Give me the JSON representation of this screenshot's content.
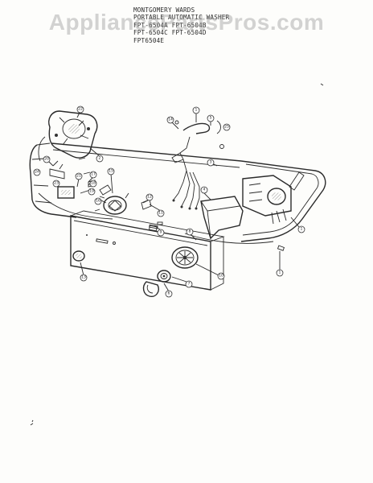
{
  "header": {
    "lines": [
      "MONTGOMERY WARDS",
      "PORTABLE AUTOMATIC WASHER",
      "FPT-6504A FPT-6504B",
      "FPT-6504C FPT-6504D",
      "FPT6504E"
    ]
  },
  "watermark": {
    "text": "AppliancePartsPros.com"
  },
  "callouts": [
    {
      "id": "c1",
      "label": "1"
    },
    {
      "id": "c2",
      "label": "2"
    },
    {
      "id": "c3",
      "label": "3"
    },
    {
      "id": "c4",
      "label": "4"
    },
    {
      "id": "c5",
      "label": "5"
    },
    {
      "id": "c6",
      "label": "6"
    },
    {
      "id": "c7",
      "label": "7"
    },
    {
      "id": "c8",
      "label": "8"
    },
    {
      "id": "c9",
      "label": "9"
    },
    {
      "id": "c10",
      "label": "10"
    },
    {
      "id": "c11",
      "label": "11"
    },
    {
      "id": "c12",
      "label": "12"
    },
    {
      "id": "c13",
      "label": "13"
    },
    {
      "id": "c14",
      "label": "14"
    },
    {
      "id": "c15",
      "label": "15"
    },
    {
      "id": "c16",
      "label": "16"
    },
    {
      "id": "c17",
      "label": "17"
    },
    {
      "id": "c18",
      "label": "18"
    },
    {
      "id": "c19",
      "label": "19"
    },
    {
      "id": "c20",
      "label": "20"
    },
    {
      "id": "c21",
      "label": "21"
    },
    {
      "id": "c22",
      "label": "22"
    },
    {
      "id": "c23",
      "label": "23"
    },
    {
      "id": "c24",
      "label": "24"
    },
    {
      "id": "c25",
      "label": "25"
    }
  ]
}
